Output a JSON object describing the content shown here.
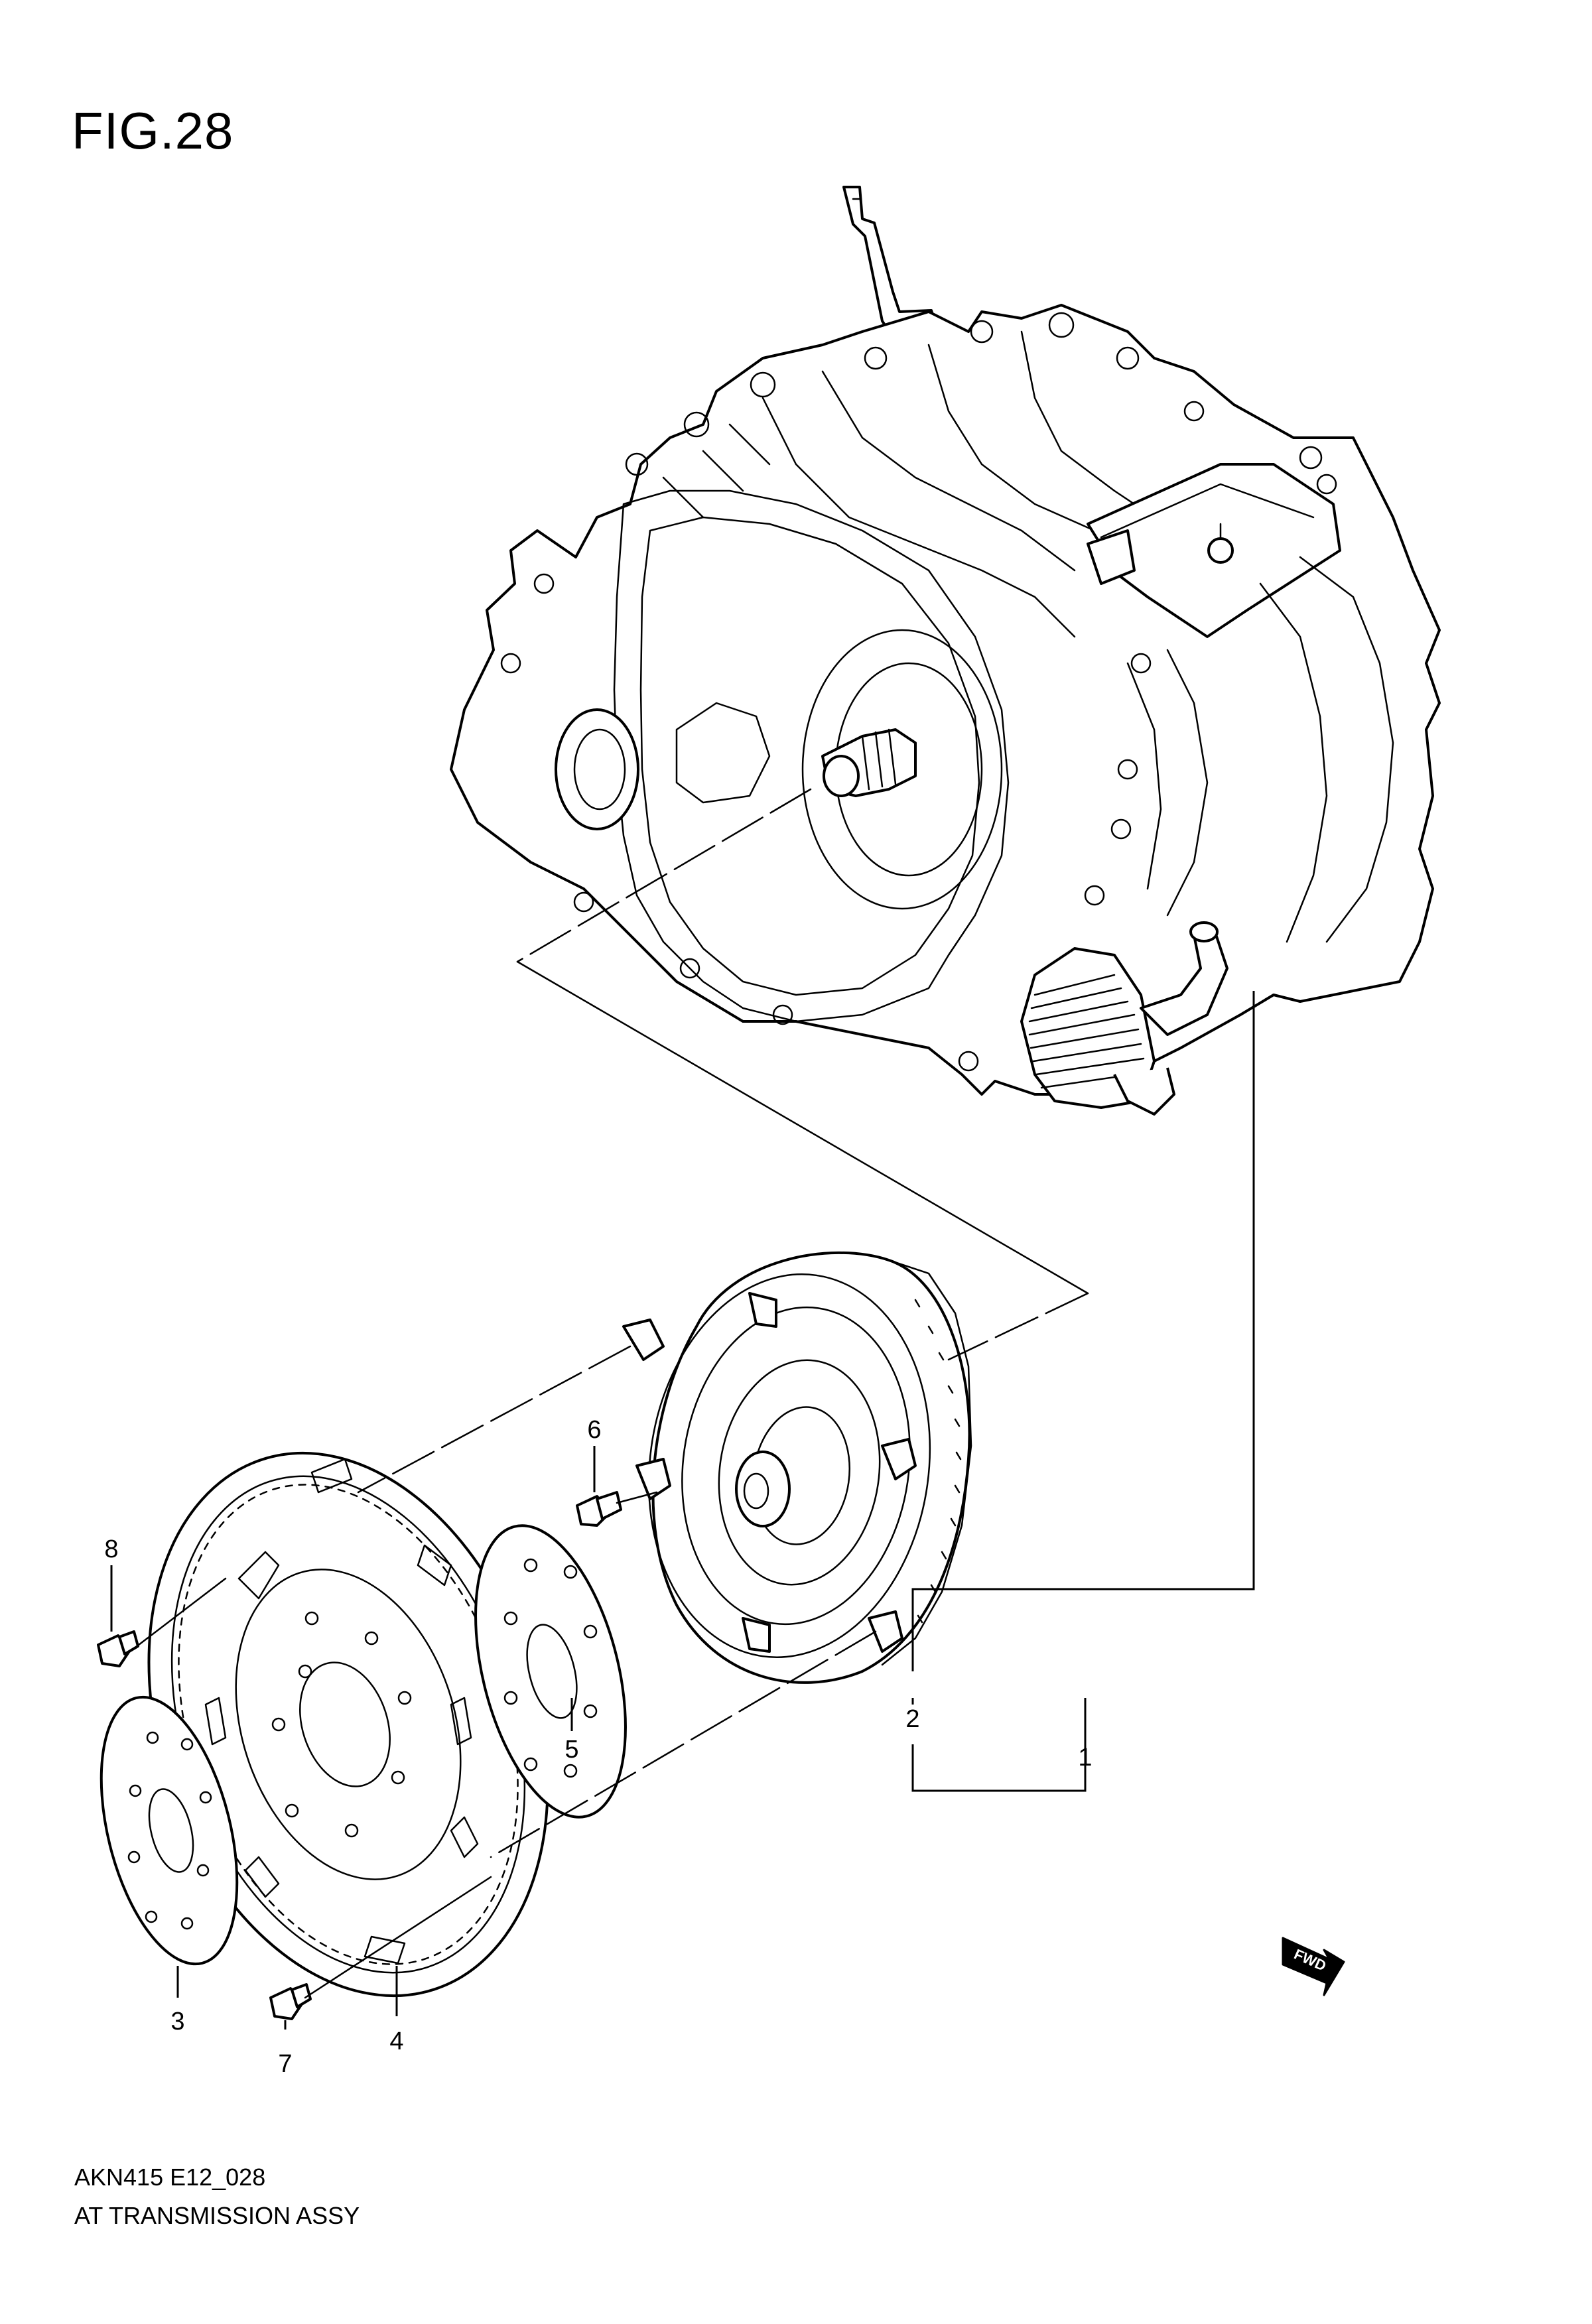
{
  "figure": {
    "title": "FIG.28",
    "code": "AKN415 E12_028",
    "name": "AT TRANSMISSION ASSY"
  },
  "callouts": [
    {
      "id": "1",
      "label": "1"
    },
    {
      "id": "2",
      "label": "2"
    },
    {
      "id": "3",
      "label": "3"
    },
    {
      "id": "4",
      "label": "4"
    },
    {
      "id": "5",
      "label": "5"
    },
    {
      "id": "6",
      "label": "6"
    },
    {
      "id": "7",
      "label": "7"
    },
    {
      "id": "8",
      "label": "8"
    }
  ],
  "fwd_badge": "FWD",
  "colors": {
    "line": "#000000",
    "background": "#ffffff"
  }
}
